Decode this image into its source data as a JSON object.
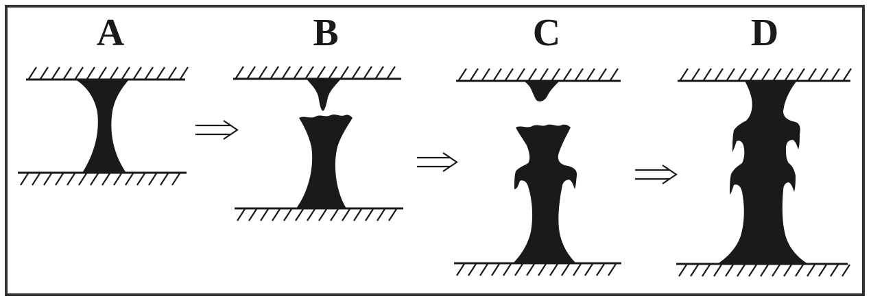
{
  "panels": [
    {
      "id": "a",
      "label": "A"
    },
    {
      "id": "b",
      "label": "B"
    },
    {
      "id": "c",
      "label": "C"
    },
    {
      "id": "d",
      "label": "D"
    }
  ],
  "colors": {
    "ink": "#1a1a1a",
    "background": "#ffffff",
    "frame": "#333333"
  }
}
